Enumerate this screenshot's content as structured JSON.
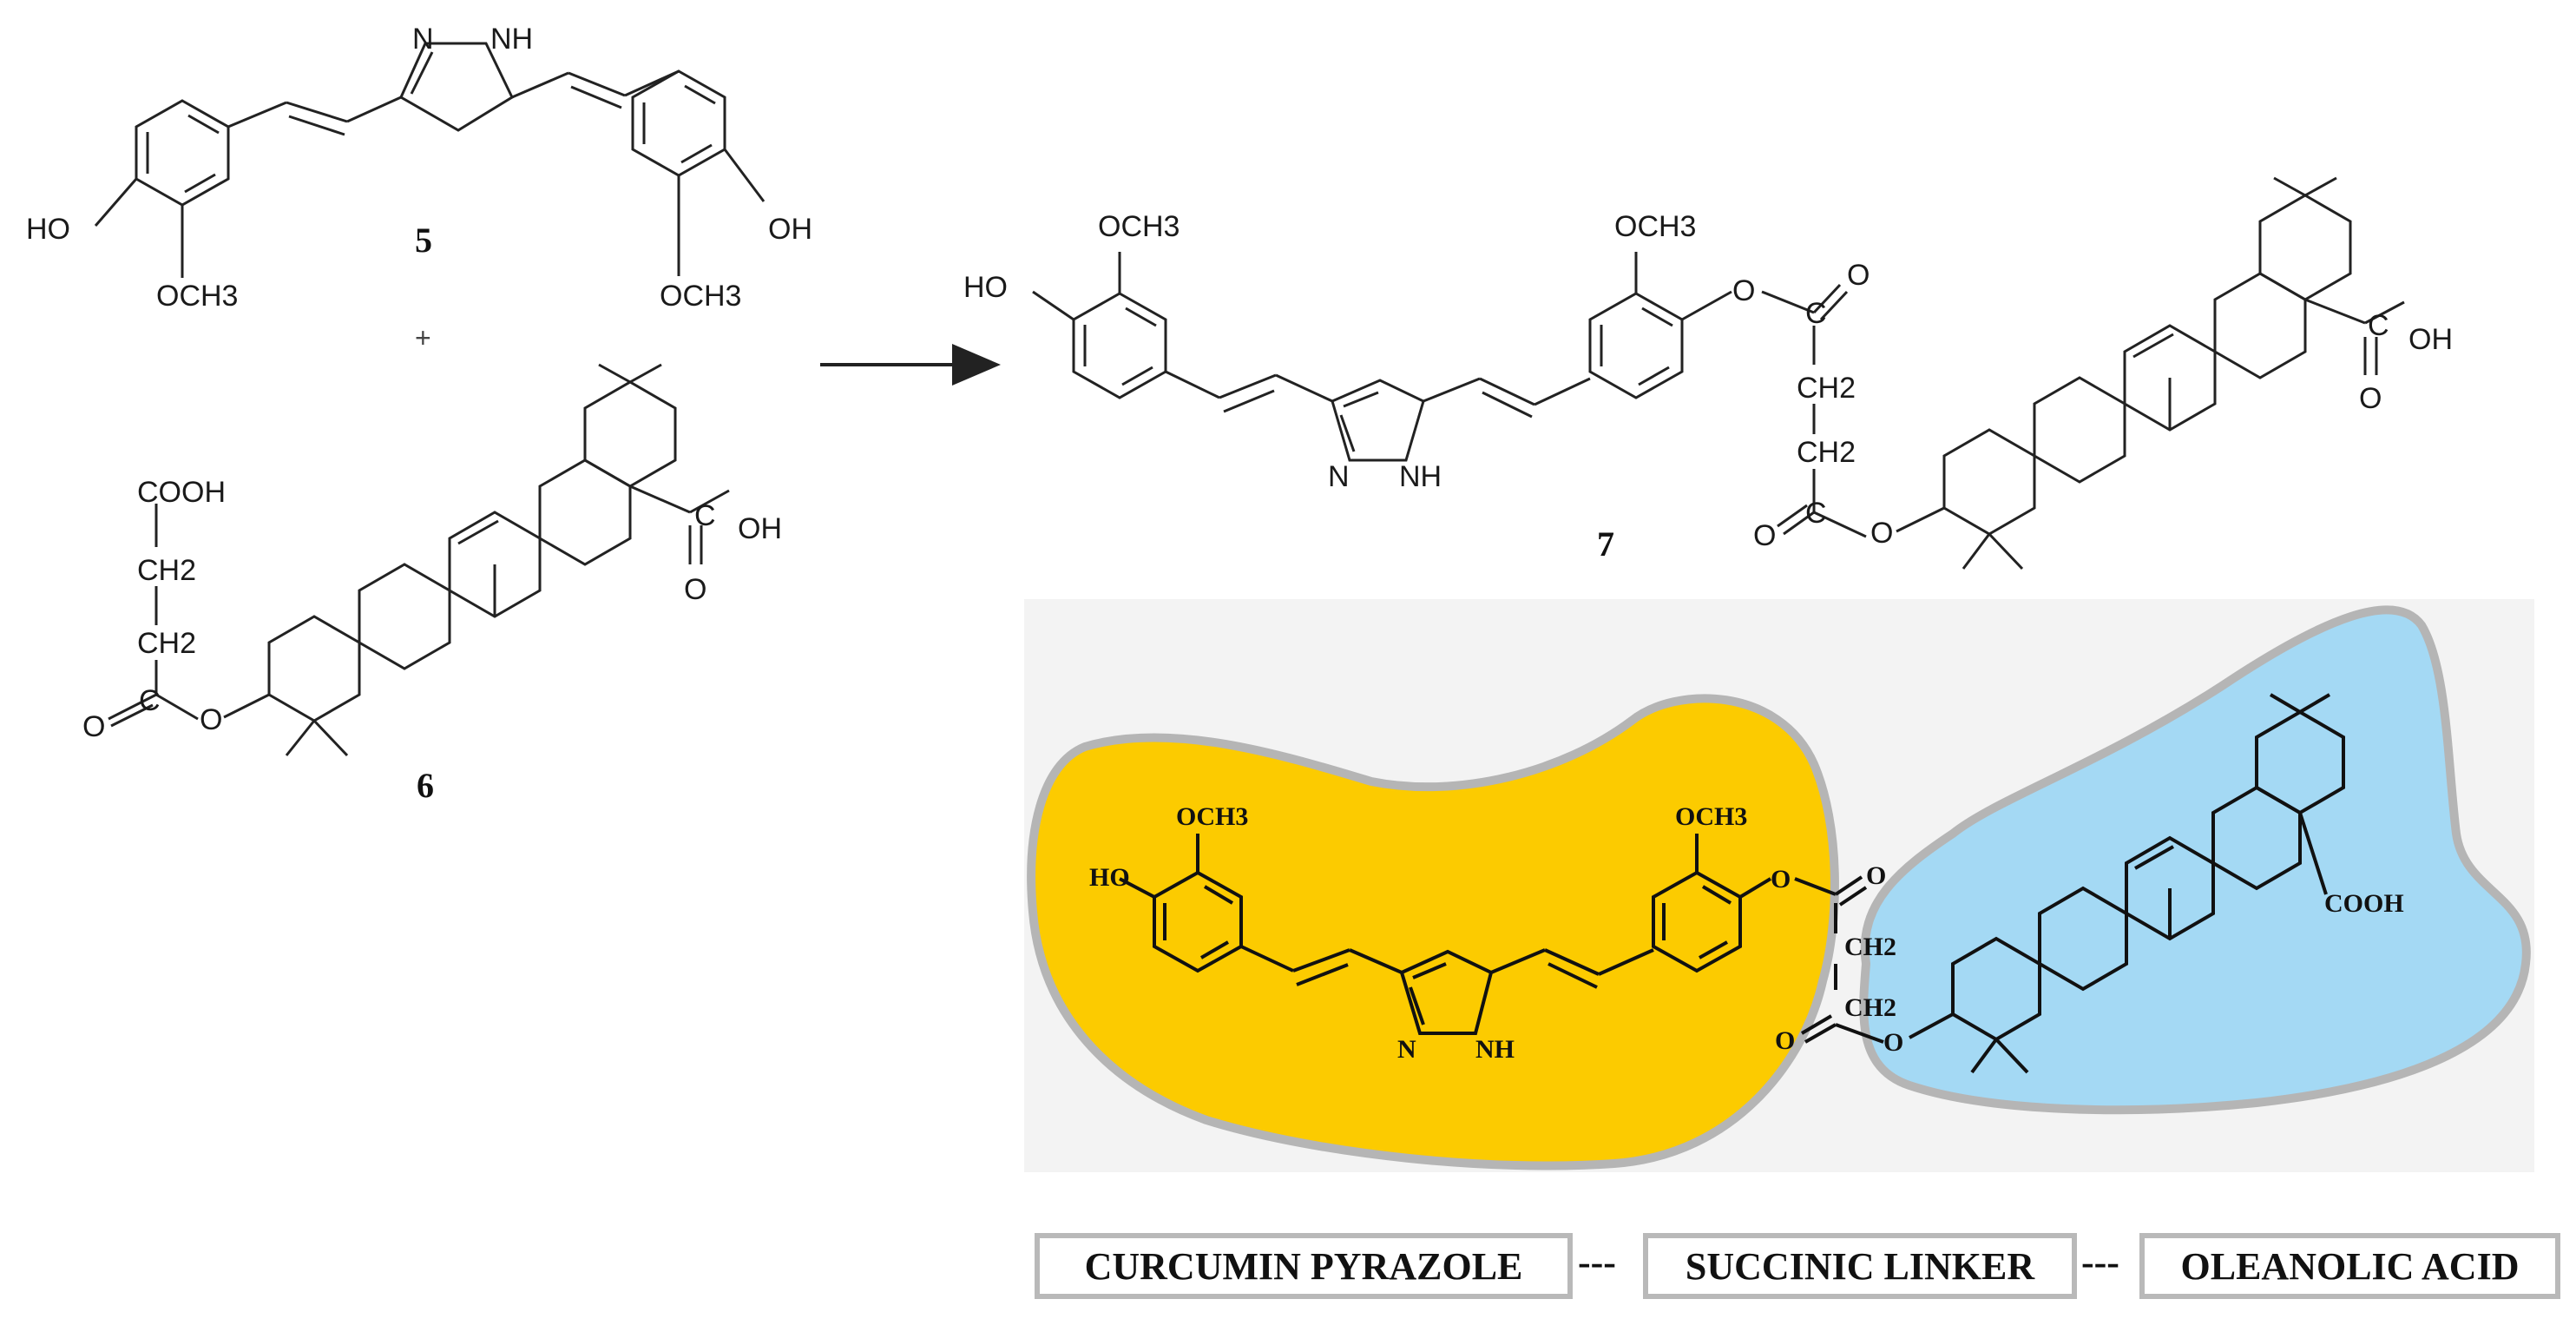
{
  "compounds": {
    "c5": {
      "label": "5",
      "atoms": {
        "n": "N",
        "nh": "NH",
        "ho": "HO",
        "oh": "OH",
        "och3_left": "OCH3",
        "och3_right": "OCH3"
      }
    },
    "plus": "+",
    "c6": {
      "label": "6",
      "atoms": {
        "cooh": "COOH",
        "ch2_a": "CH2",
        "ch2_b": "CH2",
        "o_carbonyl": "O",
        "o_ester": "O",
        "o_acid": "O",
        "oh": "OH",
        "c": "C",
        "c2": "C"
      }
    },
    "c7": {
      "label": "7",
      "atoms": {
        "ho": "HO",
        "och3_left": "OCH3",
        "och3_right": "OCH3",
        "n": "N",
        "nh": "NH",
        "o_ester1": "O",
        "o_c1": "O",
        "ch2_a": "CH2",
        "ch2_b": "CH2",
        "o_c2": "O",
        "o_ester2": "O",
        "oh": "OH",
        "o_acid": "O",
        "c": "C",
        "c1": "C",
        "c2": "C"
      }
    }
  },
  "schematic": {
    "atoms": {
      "ho": "HO",
      "och3_left": "OCH3",
      "och3_right": "OCH3",
      "n": "N",
      "nh": "NH",
      "o_ester1": "O",
      "o_c1": "O",
      "ch2_a": "CH2",
      "ch2_b": "CH2",
      "o_c2": "O",
      "o_ester2": "O",
      "cooh": "COOH"
    },
    "colors": {
      "curcumin": "#fccb00",
      "oleanolic": "#a4d9f4",
      "outline": "#b5b5b5"
    }
  },
  "legend": {
    "curcumin": "CURCUMIN PYRAZOLE",
    "linker": "SUCCINIC LINKER",
    "oleanolic": "OLEANOLIC ACID",
    "connector1": "---",
    "connector2": "---"
  }
}
